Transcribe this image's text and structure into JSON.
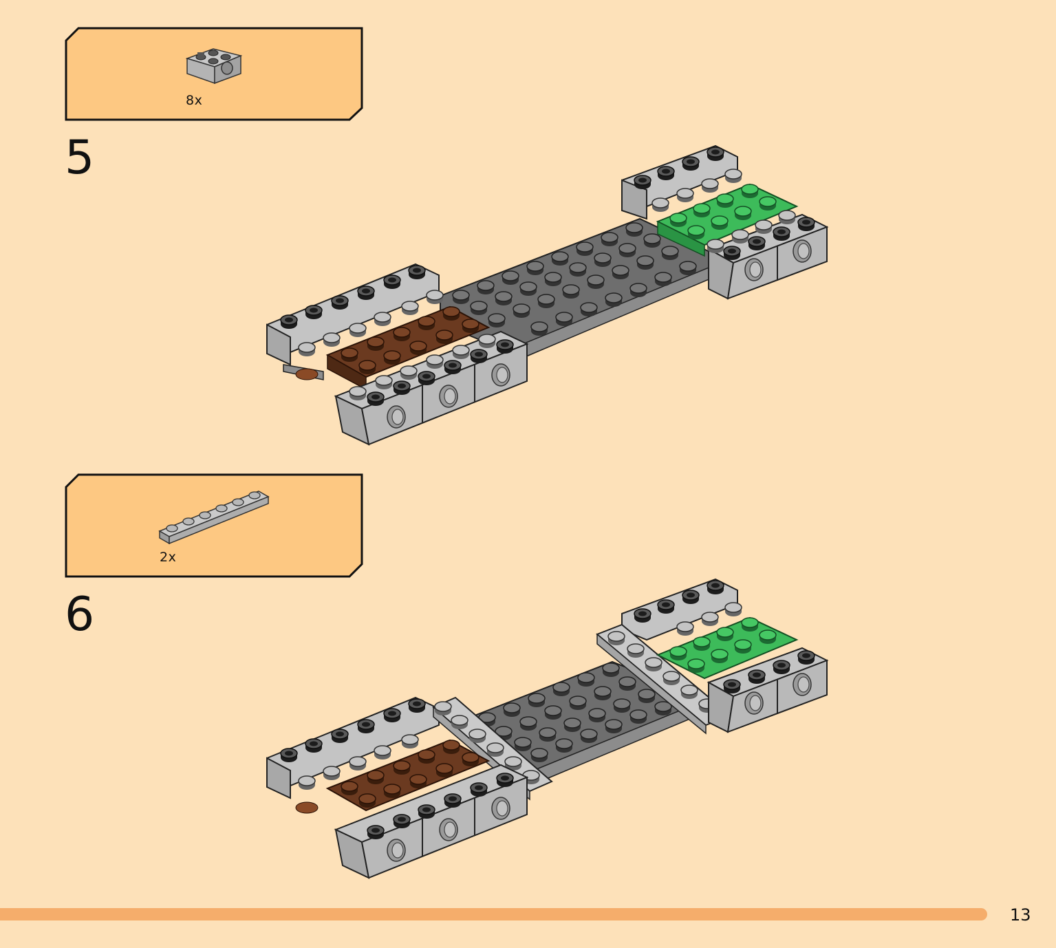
{
  "steps": [
    {
      "number": "5",
      "callout": {
        "quantity": "8x",
        "part_icon": "technic-brick-1x2-with-hole-icon",
        "part_color": "#a9a9a9"
      }
    },
    {
      "number": "6",
      "callout": {
        "quantity": "2x",
        "part_icon": "plate-1x6-icon",
        "part_color": "#a9a9a9"
      }
    }
  ],
  "page": {
    "number": "13"
  },
  "colors": {
    "background": "#fde1b9",
    "callout_fill": "#fdc882",
    "progress_bar": "#f5ad6b",
    "light_gray": "#b8b8b8",
    "dark_gray": "#6e6e6e",
    "brown": "#6b3a20",
    "green": "#3dbb5a"
  }
}
